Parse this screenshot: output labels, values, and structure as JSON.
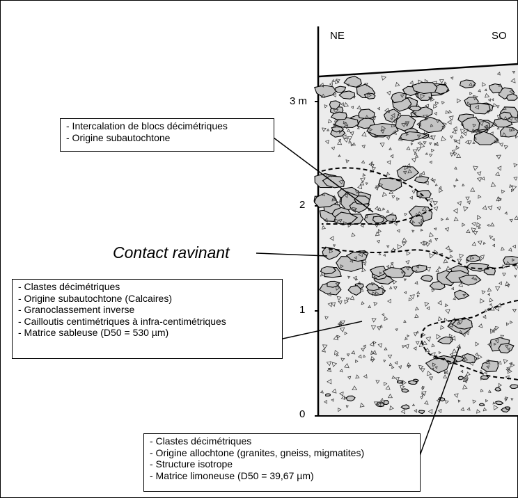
{
  "orientation": {
    "left": "NE",
    "right": "SO"
  },
  "depth_axis": {
    "ticks": [
      "3 m",
      "2",
      "1",
      "0"
    ]
  },
  "contact_label": "Contact ravinant",
  "notes": {
    "blocs": [
      "- Intercalation de blocs décimétriques",
      "- Origine subautochtone"
    ],
    "calcaires": [
      "- Clastes décimétriques",
      "- Origine subautochtone (Calcaires)",
      "- Granoclassement inverse",
      "- Cailloutis centimétriques à infra-centimétriques",
      "- Matrice sableuse (D50 = 530 µm)"
    ],
    "allochtone": [
      "- Clastes décimétriques",
      "- Origine allochtone (granites, gneiss, migmatites)",
      "- Structure isotrope",
      "- Matrice limoneuse (D50 = 39,67 µm)"
    ]
  },
  "colors": {
    "fill": "#ececec",
    "clast": "#c4c4c4",
    "line": "#000000"
  }
}
